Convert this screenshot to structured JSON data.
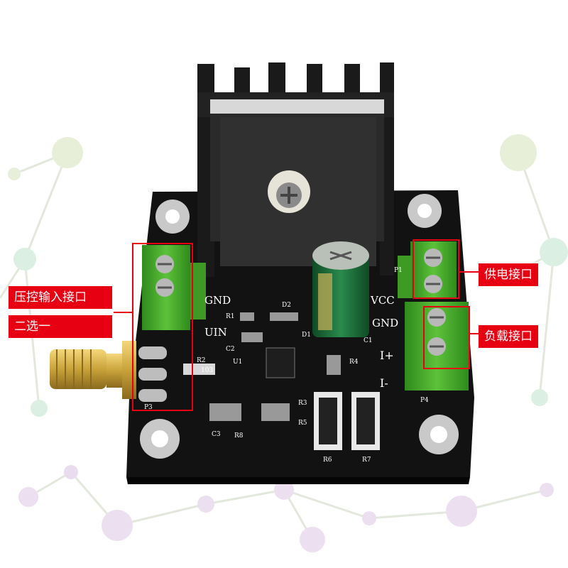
{
  "callouts": {
    "voltage_input": "压控输入接口",
    "choose_one": "二选一",
    "power_supply": "供电接口",
    "load": "负载接口"
  },
  "silkscreen": {
    "gnd_left": "GND",
    "uin": "UIN",
    "vcc": "VCC",
    "gnd_right": "GND",
    "i_plus": "I+",
    "i_minus": "I-",
    "p1": "P1",
    "p3": "P3",
    "p4": "P4",
    "r1": "R1",
    "r2": "R2",
    "r3": "R3",
    "r4": "R4",
    "r5": "R5",
    "r6": "R6",
    "r7": "R7",
    "r8": "R8",
    "c1": "C1",
    "c2": "C2",
    "c3": "C3",
    "d1": "D1",
    "d2": "D2",
    "u1": "U1",
    "r2_value": "103"
  },
  "colors": {
    "pcb": "#141414",
    "terminal_green": "#4caf2a",
    "heatsink": "#1a1a1a",
    "callout_red": "#e60012",
    "capacitor": "#1f6b3a",
    "sma_gold": "#c9a23a"
  }
}
